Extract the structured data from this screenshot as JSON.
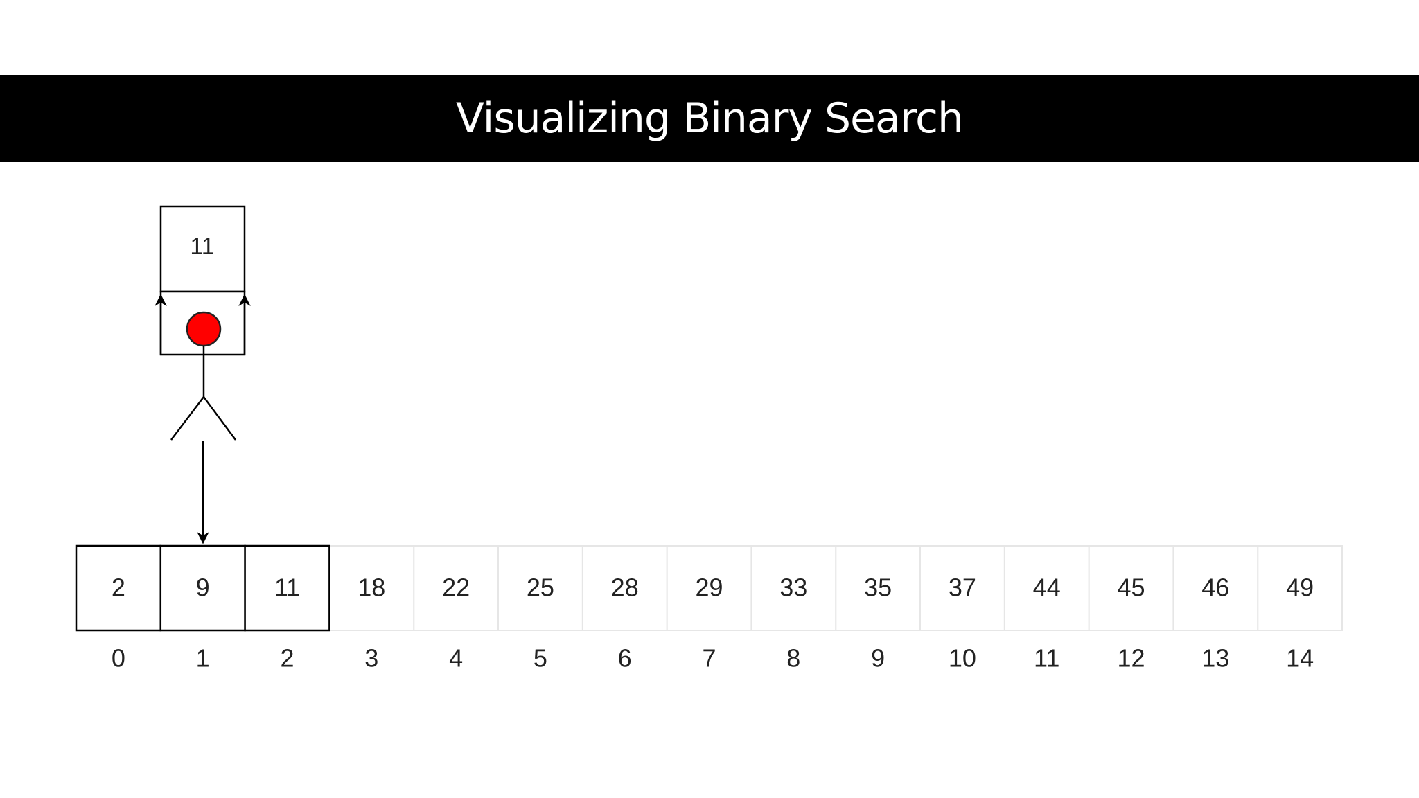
{
  "title": "Visualizing Binary Search",
  "array": {
    "values": [
      2,
      9,
      11,
      18,
      22,
      25,
      28,
      29,
      33,
      35,
      37,
      44,
      45,
      46,
      49
    ],
    "indices": [
      0,
      1,
      2,
      3,
      4,
      5,
      6,
      7,
      8,
      9,
      10,
      11,
      12,
      13,
      14
    ],
    "active_range": [
      0,
      2
    ],
    "pointer_index": 1
  },
  "carried_box": {
    "value": 11
  },
  "colors": {
    "title_bar": "#000000",
    "title_text": "#ffffff",
    "active_border": "#000000",
    "inactive_border": "#e6e6e6",
    "figure_head": "#ff0000",
    "text": "#222222"
  },
  "icons": {
    "figure": "stick-figure-icon",
    "pointer": "down-arrow-icon"
  }
}
